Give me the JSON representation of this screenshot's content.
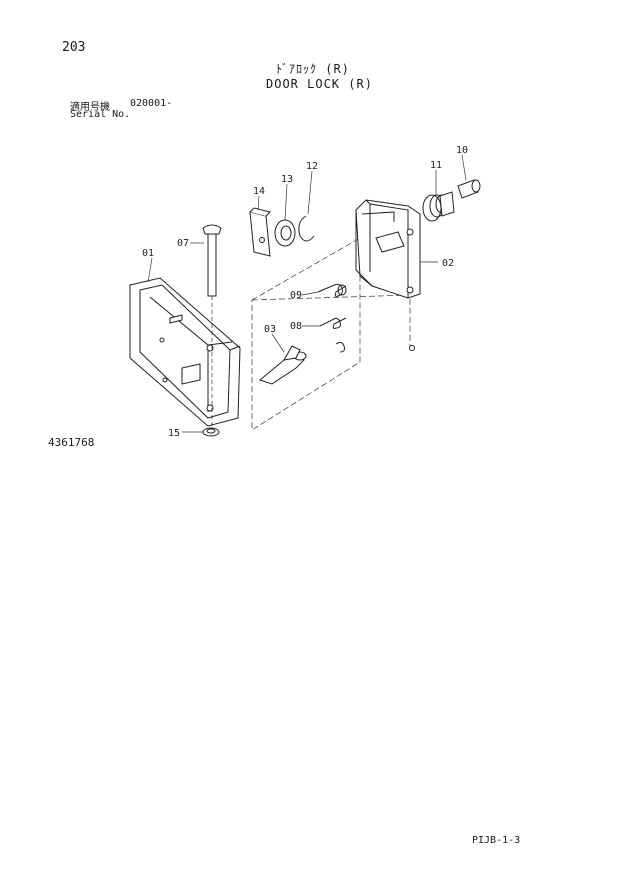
{
  "header": {
    "page_number": "203",
    "title_jp": "ﾄﾞｱﾛｯｸ (R)",
    "title_en": "DOOR LOCK (R)",
    "serial_label_jp": "適用号機",
    "serial_value": "020001-",
    "serial_label_en": "Serial No."
  },
  "drawing_number": "4361768",
  "page_code": "PIJB-1-3",
  "callouts": [
    "01",
    "02",
    "03",
    "07",
    "08",
    "09",
    "10",
    "11",
    "12",
    "13",
    "14",
    "15"
  ]
}
